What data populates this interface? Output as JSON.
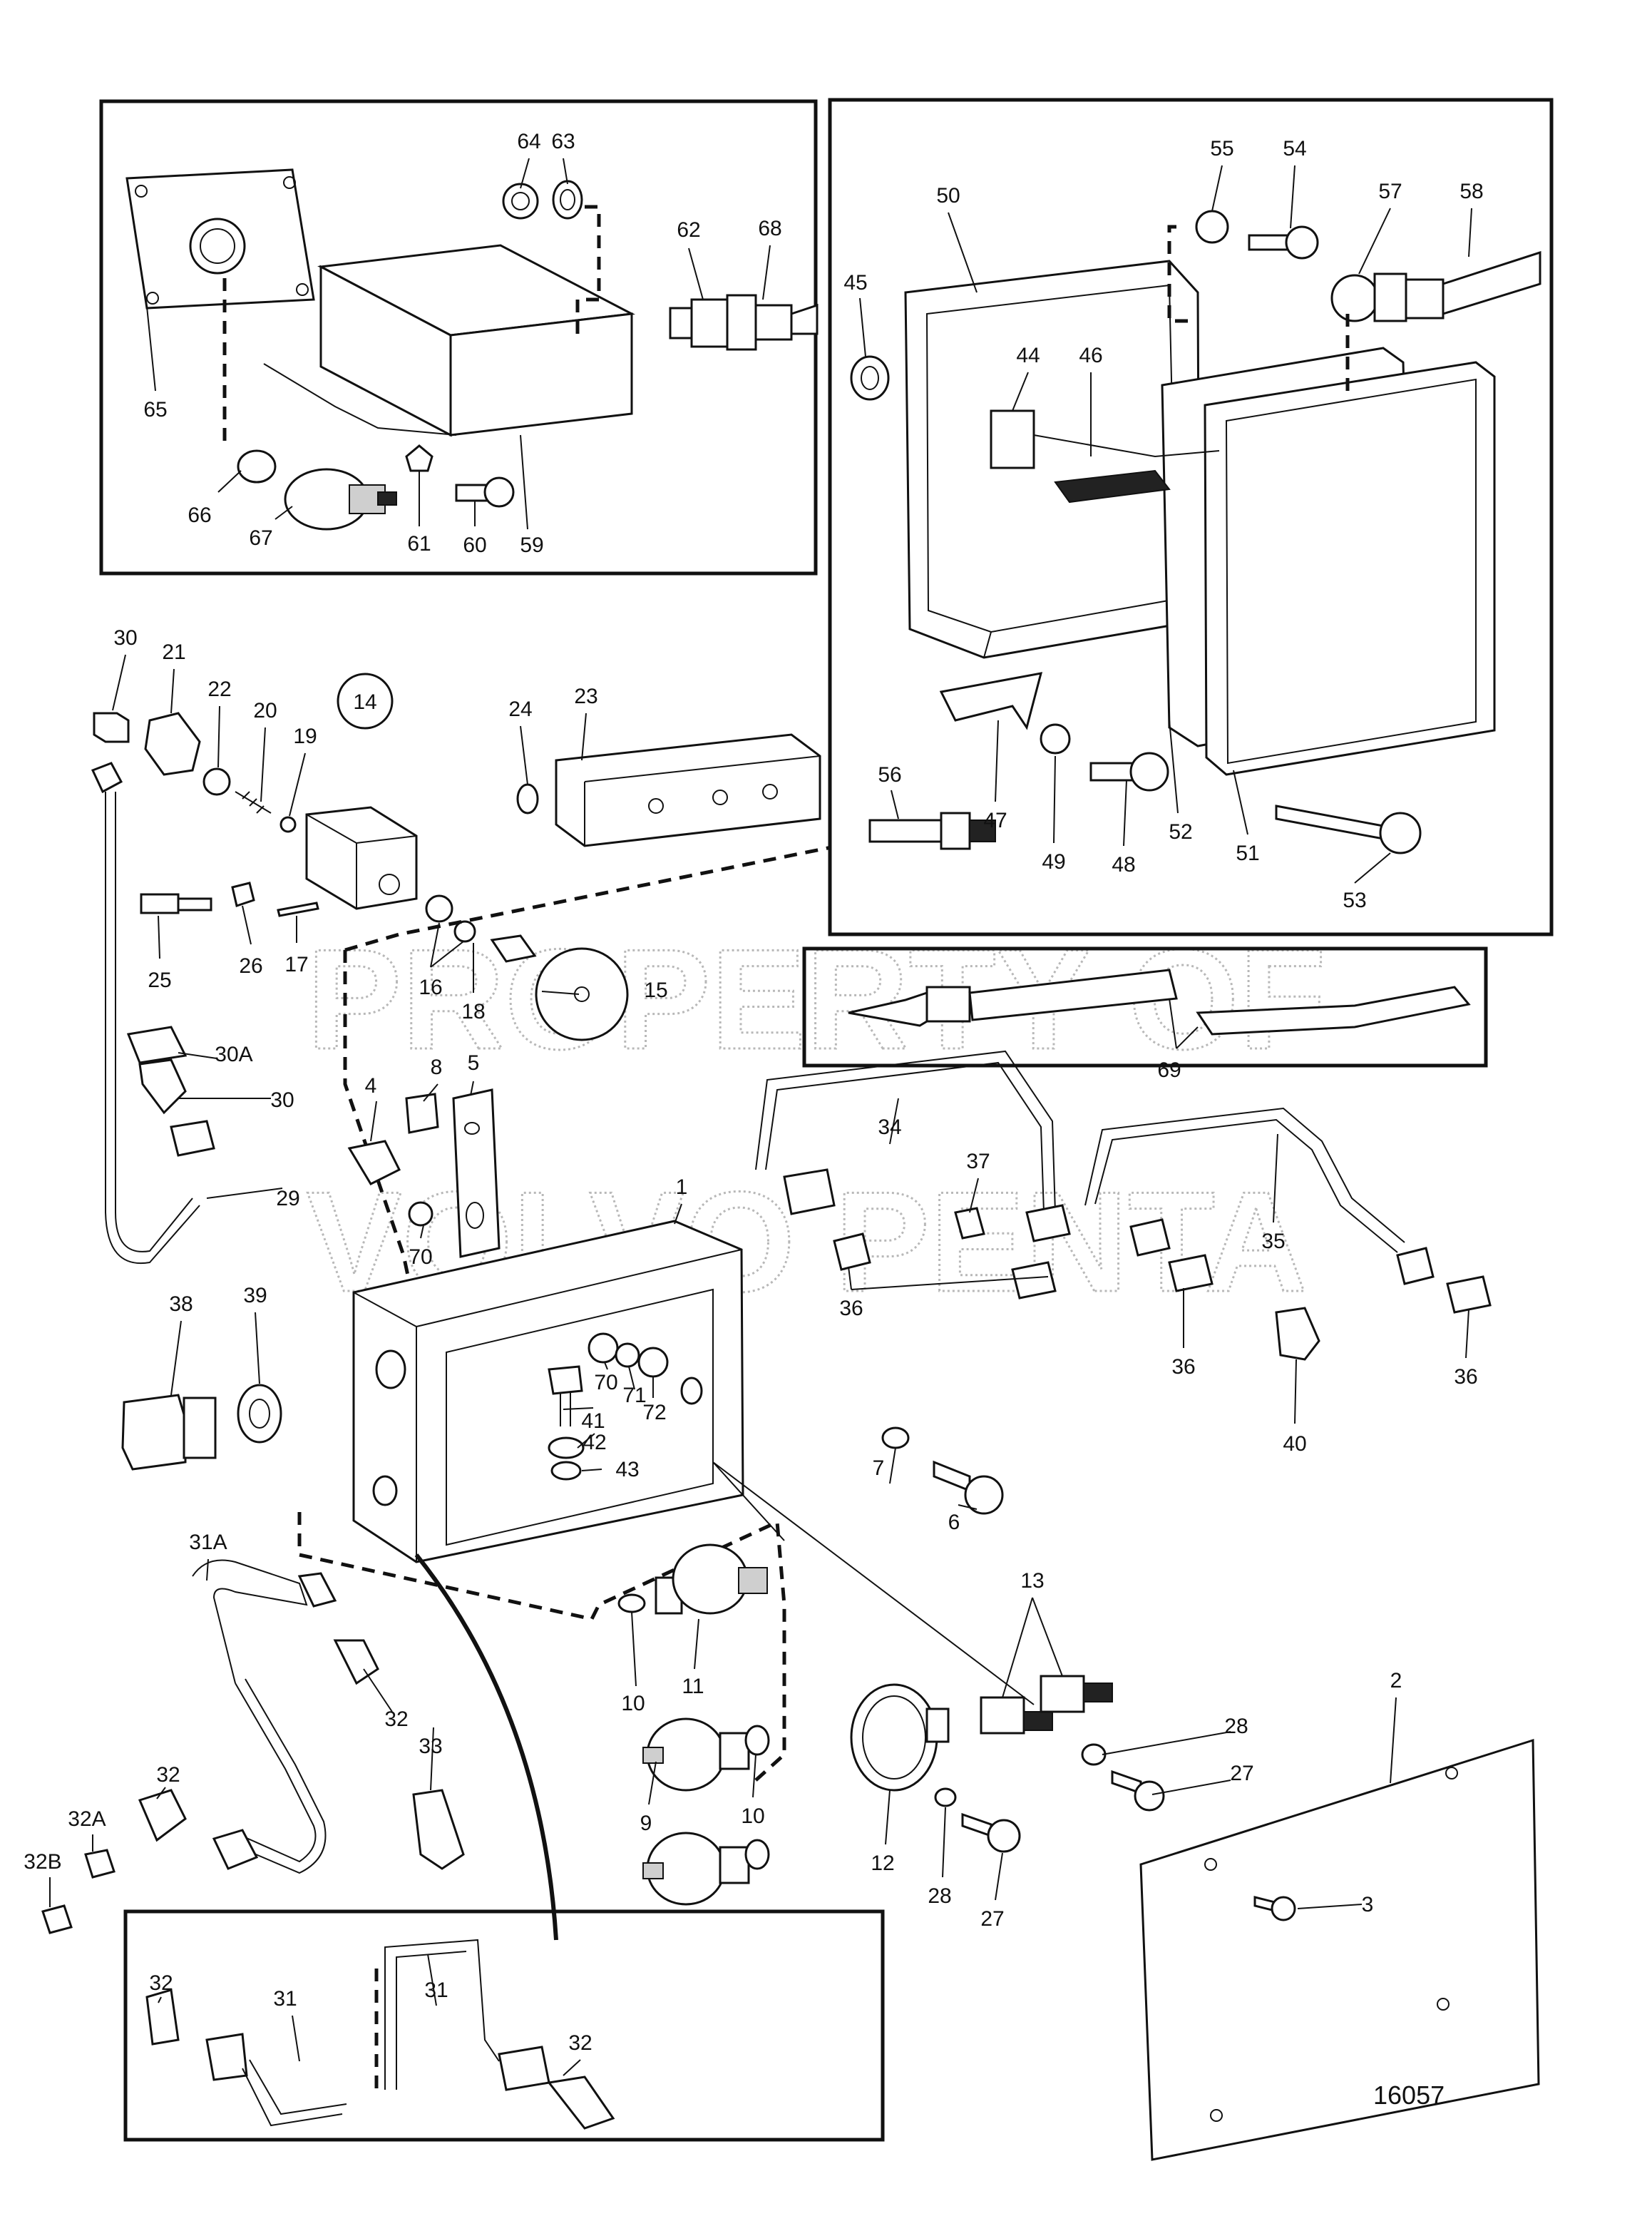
{
  "figure_code": "16057",
  "watermark_lines": [
    "PROPERTY OF",
    "VOLVO PENTA"
  ],
  "circled_label": "14",
  "callouts": {
    "inset_left": [
      "64",
      "63",
      "62",
      "68",
      "65",
      "66",
      "67",
      "61",
      "60",
      "59"
    ],
    "inset_right": [
      "55",
      "54",
      "57",
      "58",
      "50",
      "45",
      "44",
      "46",
      "56",
      "47",
      "49",
      "48",
      "52",
      "51",
      "53"
    ],
    "inset_hose": [
      "69"
    ],
    "inset_bottom": [
      "32",
      "31",
      "31",
      "32"
    ],
    "main": [
      "30",
      "21",
      "22",
      "20",
      "19",
      "24",
      "23",
      "25",
      "26",
      "17",
      "16",
      "18",
      "15",
      "30A",
      "30",
      "29",
      "4",
      "8",
      "5",
      "1",
      "70",
      "34",
      "37",
      "35",
      "36",
      "36",
      "36",
      "38",
      "39",
      "70",
      "71",
      "72",
      "41",
      "42",
      "43",
      "40",
      "7",
      "6",
      "31A",
      "32",
      "10",
      "11",
      "13",
      "28",
      "27",
      "2",
      "33",
      "9",
      "10",
      "12",
      "28",
      "27",
      "3",
      "32",
      "32A",
      "32B"
    ]
  }
}
